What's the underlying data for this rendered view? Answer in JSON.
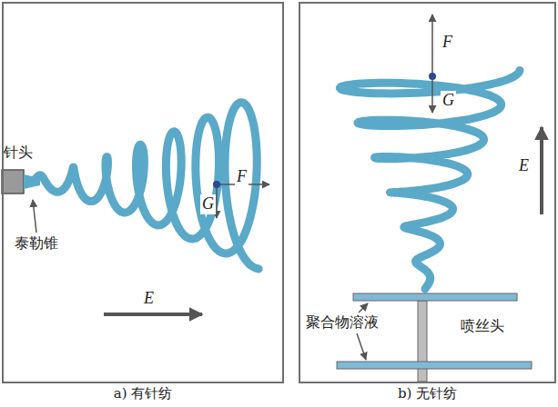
{
  "diagram": {
    "nodes": [
      {
        "text": [
          "a) 有针纺"
        ]
      },
      {
        "text": [
          "b) 无针纺"
        ]
      }
    ],
    "labels": [
      "针头",
      "泰勒锥",
      "F",
      "G",
      "E",
      "聚合物溶液",
      "喷丝头",
      "F",
      "G",
      "E"
    ]
  }
}
